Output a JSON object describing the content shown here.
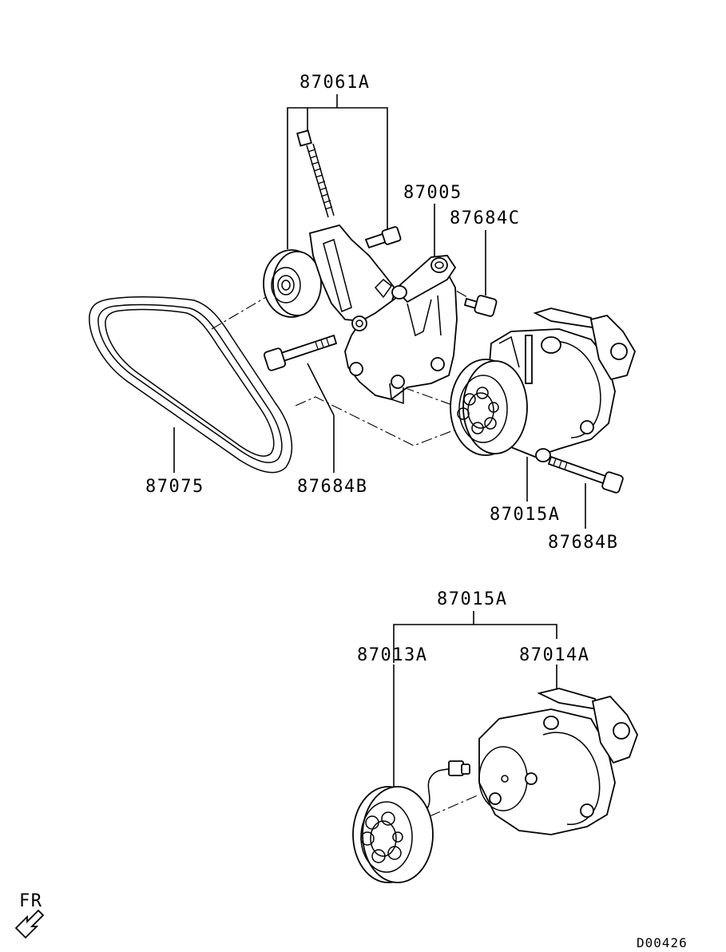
{
  "labels": {
    "p87061A": "87061A",
    "p87005": "87005",
    "p87684C": "87684C",
    "p87075": "87075",
    "p87684B_left": "87684B",
    "p87015A_top": "87015A",
    "p87684B_right": "87684B",
    "p87015A_bottom": "87015A",
    "p87013A": "87013A",
    "p87014A": "87014A"
  },
  "front_marker": "FR",
  "diagram_code": "D00426"
}
